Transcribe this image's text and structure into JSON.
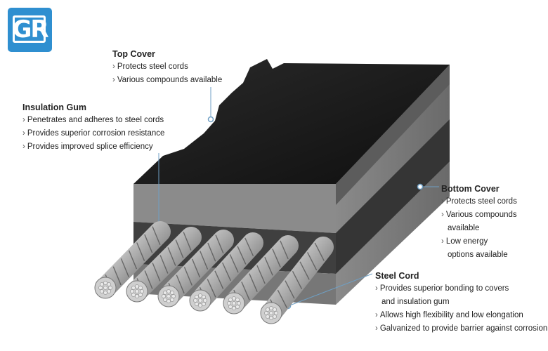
{
  "logo": {
    "text": "GR"
  },
  "callouts": {
    "top_cover": {
      "title": "Top Cover",
      "items": [
        "Protects steel cords",
        "Various compounds available"
      ]
    },
    "insulation_gum": {
      "title": "Insulation Gum",
      "items": [
        "Penetrates and adheres to steel cords",
        "Provides superior corrosion resistance",
        "Provides improved splice efficiency"
      ]
    },
    "bottom_cover": {
      "title": "Bottom Cover",
      "items": [
        "Protects steel cords",
        "Various compounds",
        "available",
        "Low energy",
        "options available"
      ]
    },
    "steel_cord": {
      "title": "Steel Cord",
      "items": [
        "Provides superior bonding to covers",
        "and insulation gum",
        "Allows high flexibility and low elongation",
        "Galvanized to provide barrier against corrosion"
      ]
    }
  },
  "bullet": "›",
  "colors": {
    "accent": "#2f8fd0",
    "top_cover": "#1a1a1a",
    "gray_layer": "#7d7d7d",
    "cord_band": "#3c3c3c",
    "leader": "#6f9fc4"
  }
}
